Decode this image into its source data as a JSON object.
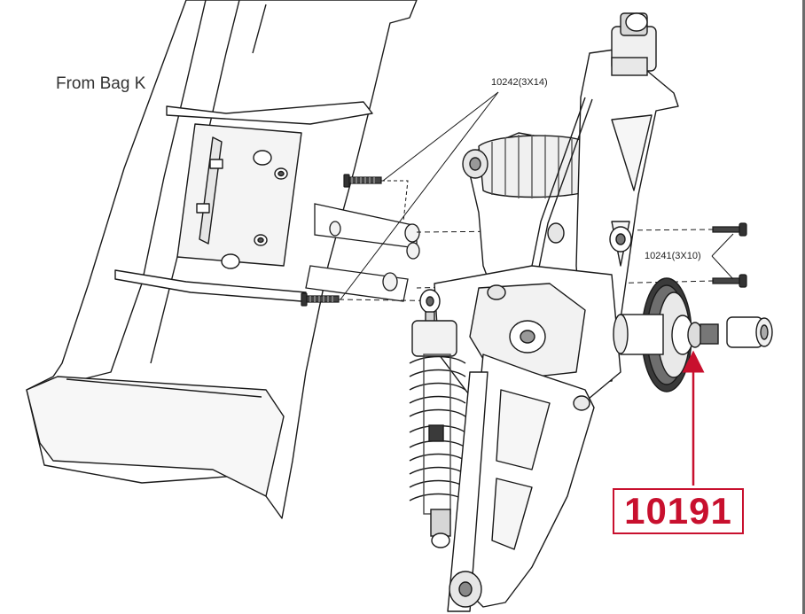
{
  "labels": {
    "bag": "From Bag K",
    "screw_a": "10242(3X14)",
    "screw_b": "10241(3X10)"
  },
  "callout": {
    "part_number": "10191",
    "color": "#c8102e"
  },
  "colors": {
    "line": "#1a1a1a",
    "fill_light": "#f2f2f2",
    "fill_mid": "#d6d6d6",
    "fill_dark": "#8a8a8a"
  }
}
